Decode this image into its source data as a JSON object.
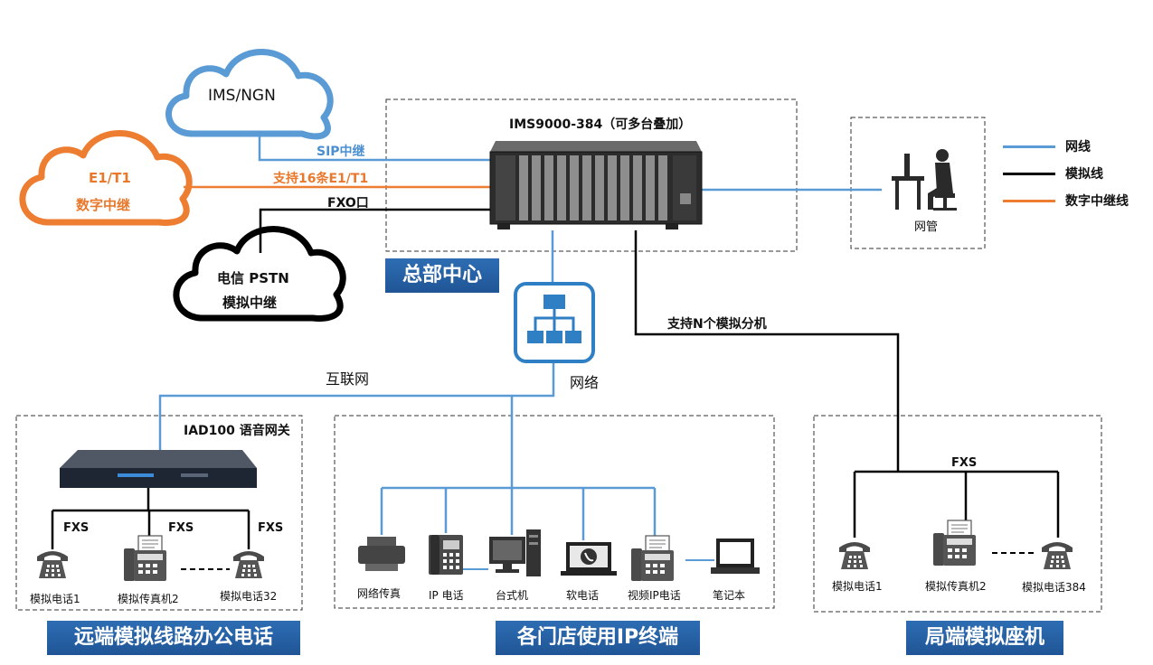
{
  "clouds": {
    "ims_ngn": "IMS/NGN",
    "e1t1_line1": "E1/T1",
    "e1t1_line2": "数字中继",
    "pstn_line1": "电信 PSTN",
    "pstn_line2": "模拟中继"
  },
  "headquarters": {
    "device_title": "IMS9000-384（可多台叠加）",
    "sip_label": "SIP中继",
    "e1_label": "支持16条E1/T1",
    "fxo_label": "FXO口",
    "banner": "总部中心",
    "analog_ext_label": "支持N个模拟分机"
  },
  "management": {
    "label": "网管"
  },
  "legend": [
    {
      "label": "网线",
      "color": "#5b9bd5"
    },
    {
      "label": "模拟线",
      "color": "#000000"
    },
    {
      "label": "数字中继线",
      "color": "#ed7d31"
    }
  ],
  "network": {
    "label": "网络",
    "internet_label": "互联网"
  },
  "remote": {
    "gateway_title": "IAD100 语音网关",
    "fxs_labels": [
      "FXS",
      "FXS",
      "FXS"
    ],
    "devices": [
      "模拟电话1",
      "模拟传真机2",
      "模拟电话32"
    ],
    "banner": "远端模拟线路办公电话"
  },
  "stores": {
    "devices": [
      "网络传真",
      "IP 电话",
      "台式机",
      "软电话",
      "视频IP电话",
      "笔记本"
    ],
    "banner": "各门店使用IP终端"
  },
  "local": {
    "fxs_label": "FXS",
    "devices": [
      "模拟电话1",
      "模拟传真机2",
      "模拟电话384"
    ],
    "banner": "局端模拟座机"
  }
}
